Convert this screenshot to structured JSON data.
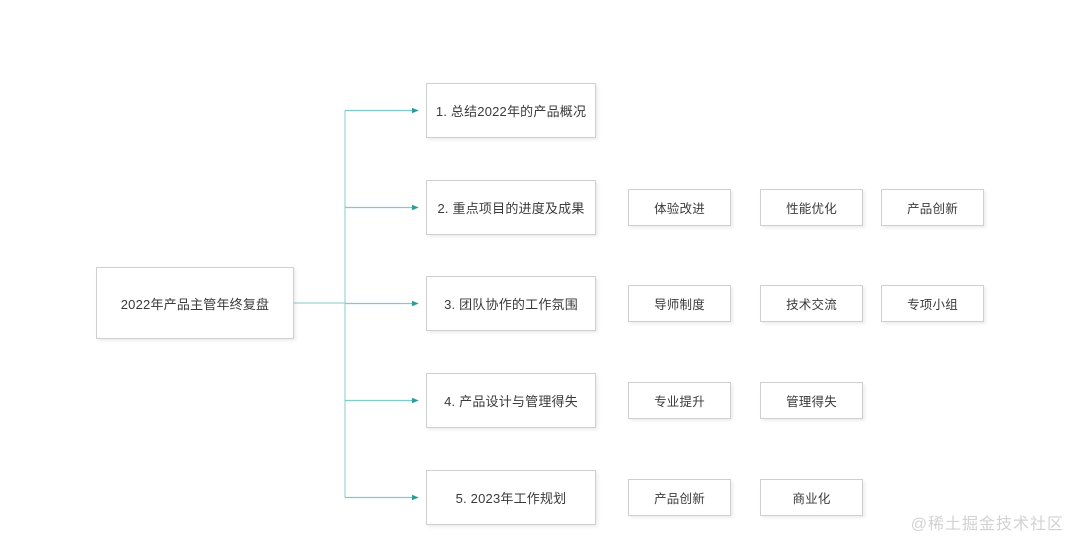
{
  "diagram": {
    "type": "mindmap-tree",
    "background_color": "#ffffff",
    "connector_color": "#5fc3c0",
    "arrow_color": "#2e9b9b",
    "node_border_color": "#cfcfcf",
    "text_color": "#3a3a3a",
    "root": {
      "label": "2022年产品主管年终复盘"
    },
    "branches": [
      {
        "label": "1. 总结2022年的产品概况",
        "children": []
      },
      {
        "label": "2. 重点项目的进度及成果",
        "children": [
          "体验改进",
          "性能优化",
          "产品创新"
        ]
      },
      {
        "label": "3. 团队协作的工作氛围",
        "children": [
          "导师制度",
          "技术交流",
          "专项小组"
        ]
      },
      {
        "label": "4. 产品设计与管理得失",
        "children": [
          "专业提升",
          "管理得失"
        ]
      },
      {
        "label": "5. 2023年工作规划",
        "children": [
          "产品创新",
          "商业化"
        ]
      }
    ]
  },
  "watermark": {
    "text": "@稀土掘金技术社区"
  }
}
